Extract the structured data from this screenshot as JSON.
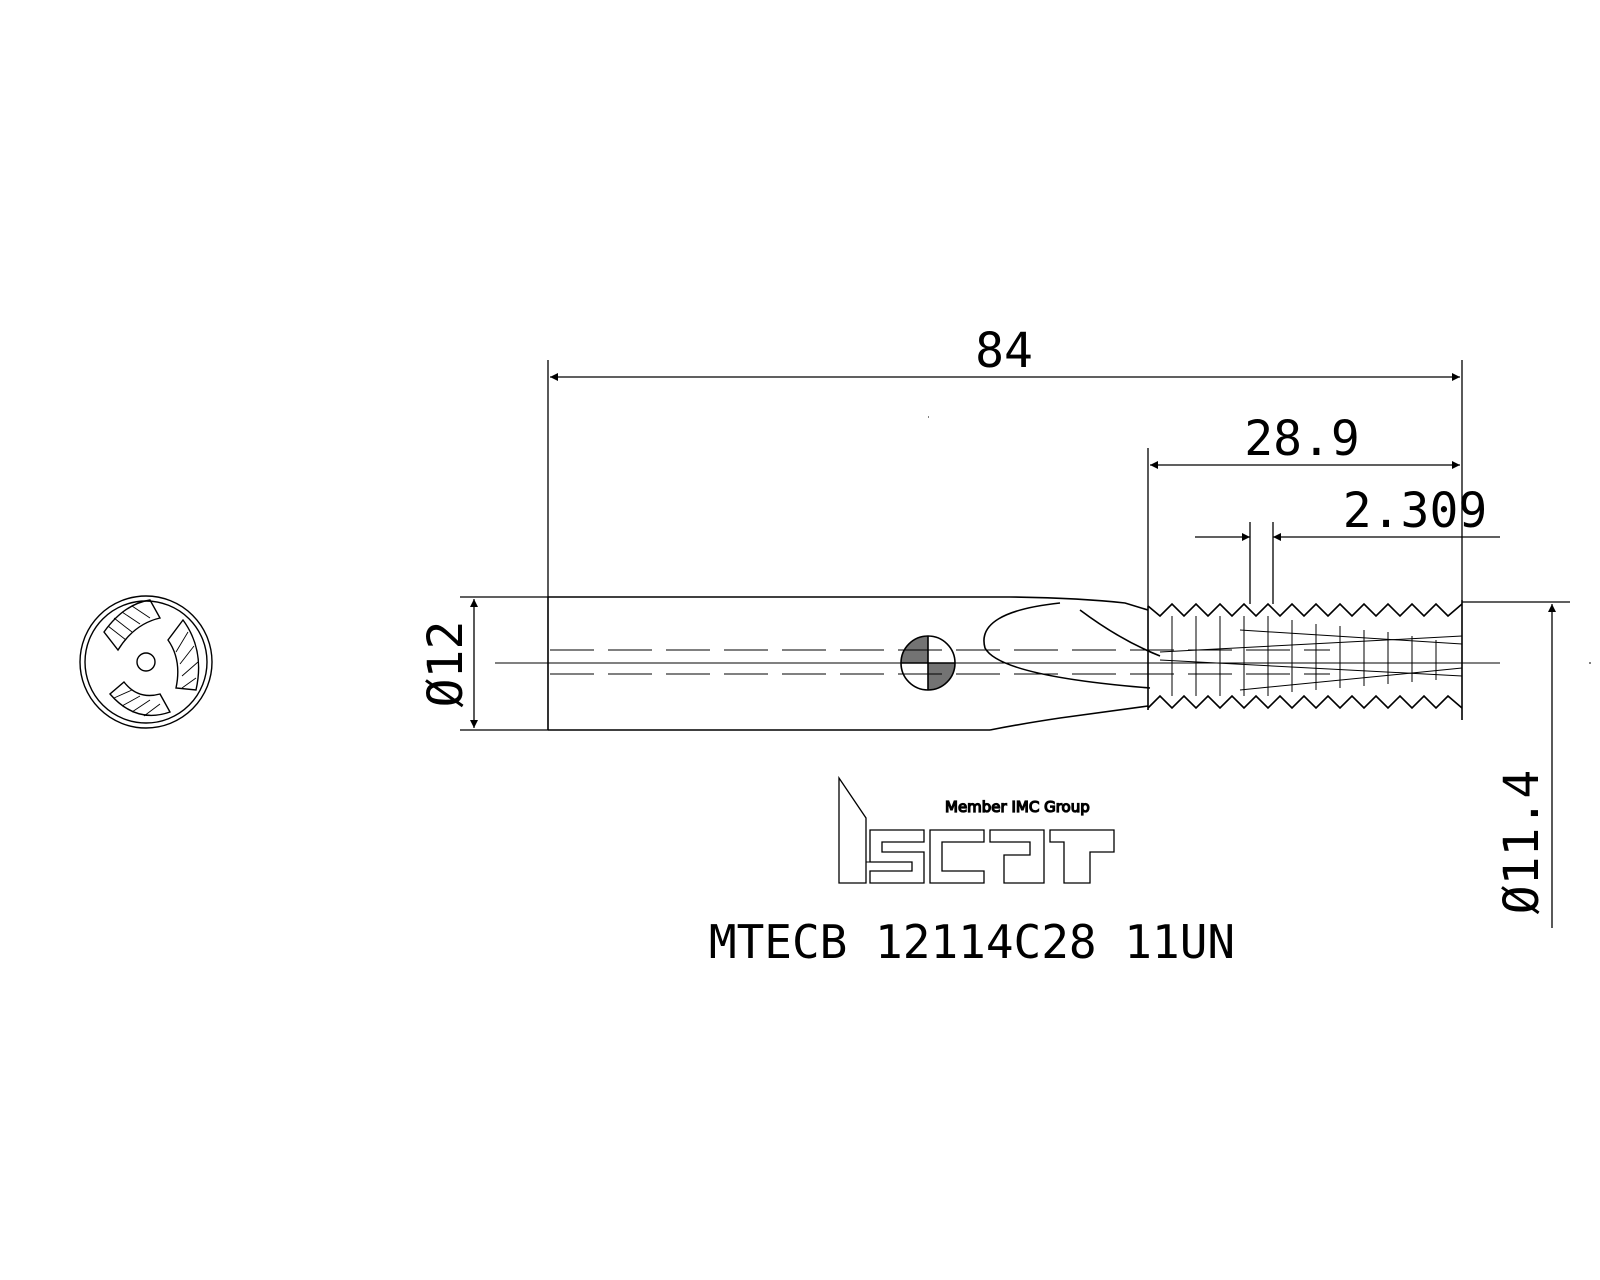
{
  "drawing": {
    "dimensions": {
      "overall_length": "84",
      "thread_length": "28.9",
      "pitch": "2.309",
      "shank_diameter": "Ø12",
      "cutting_diameter": "Ø11.4"
    },
    "logo": {
      "tagline": "Member IMC Group",
      "brand": "iscar"
    },
    "model_designation": "MTECB 12114C28 11UN",
    "colors": {
      "line": "#000000",
      "background": "#ffffff"
    }
  }
}
